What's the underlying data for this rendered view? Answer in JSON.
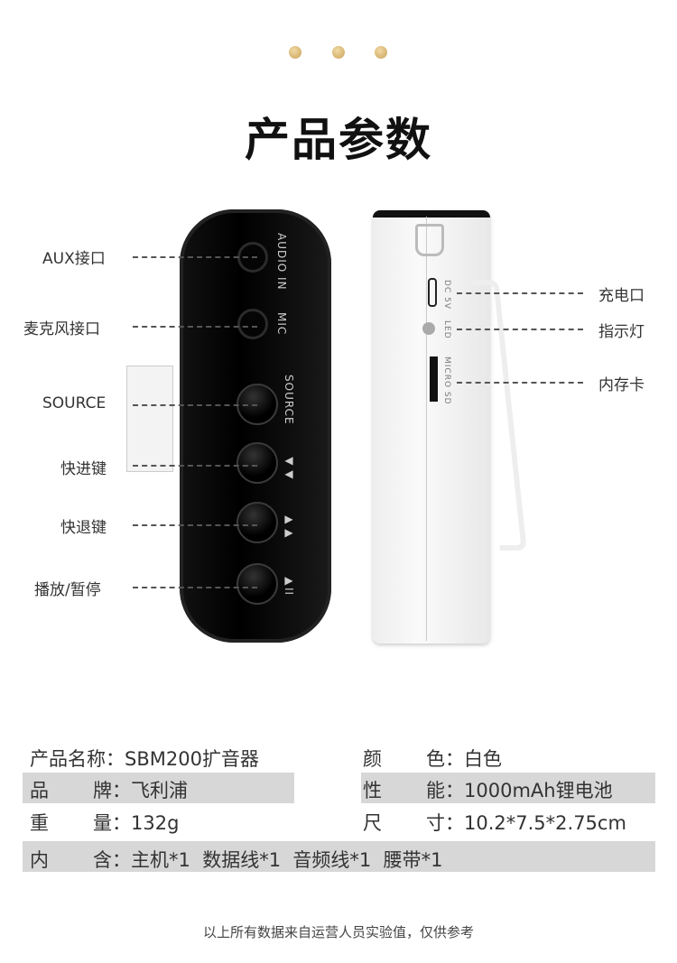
{
  "title": "产品参数",
  "device_front": {
    "labels": [
      "AUX接口",
      "麦克风接口",
      "SOURCE",
      "快进键",
      "快退键",
      "播放/暂停"
    ],
    "printed": [
      "AUDIO IN",
      "MIC",
      "SOURCE",
      "◀◀",
      "▶▶",
      "▶II"
    ]
  },
  "device_side": {
    "labels": [
      "充电口",
      "指示灯",
      "内存卡"
    ],
    "printed": [
      "DC 5V",
      "LED",
      "MICRO SD"
    ]
  },
  "specs": {
    "name": "产品名称：SBM200扩音器",
    "color_k": "颜",
    "color_v": "色：白色",
    "brand_k": "品",
    "brand_v": "牌：飞利浦",
    "perf_k": "性",
    "perf_v": "能：1000mAh锂电池",
    "weight_k": "重",
    "weight_v": "量：132g",
    "size_k": "尺",
    "size_v": "寸：10.2*7.5*2.75cm",
    "contents_k": "内",
    "contents_v": "含：主机*1  数据线*1  音频线*1  腰带*1"
  },
  "footnote": "以上所有数据来自运营人员实验值，仅供参考",
  "colors": {
    "accent": "#caa25a",
    "bar": "#d7d7d7"
  }
}
